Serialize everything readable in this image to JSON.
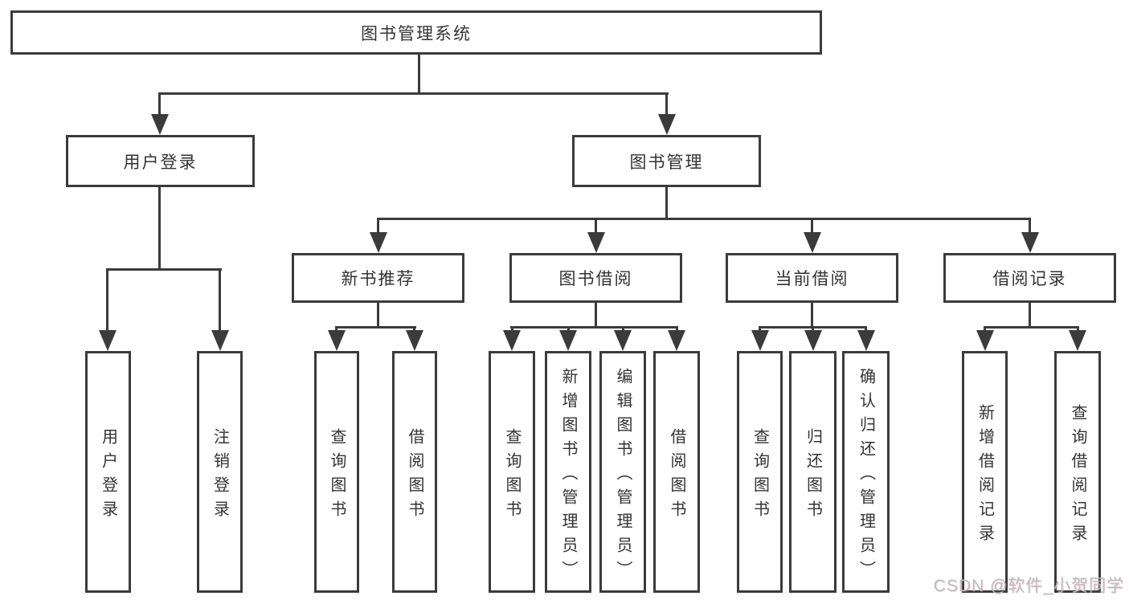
{
  "diagram": {
    "root": {
      "label": "图书管理系统"
    },
    "branches": [
      {
        "label": "用户登录",
        "children": [
          {
            "label": "用户登录"
          },
          {
            "label": "注销登录"
          }
        ]
      },
      {
        "label": "图书管理",
        "children": [
          {
            "label": "新书推荐",
            "children": [
              {
                "label": "查询图书"
              },
              {
                "label": "借阅图书"
              }
            ]
          },
          {
            "label": "图书借阅",
            "children": [
              {
                "label": "查询图书"
              },
              {
                "label": "新增图书（管理员）"
              },
              {
                "label": "编辑图书（管理员）"
              },
              {
                "label": "借阅图书"
              }
            ]
          },
          {
            "label": "当前借阅",
            "children": [
              {
                "label": "查询图书"
              },
              {
                "label": "归还图书"
              },
              {
                "label": "确认归还（管理员）"
              }
            ]
          },
          {
            "label": "借阅记录",
            "children": [
              {
                "label": "新增借阅记录"
              },
              {
                "label": "查询借阅记录"
              }
            ]
          }
        ]
      }
    ],
    "watermark": {
      "text": "CSDN @软件_小贺同学"
    },
    "colors": {
      "line": "#3b3b3b",
      "text": "#333333",
      "background": "#ffffff",
      "watermark": "#b9bec3"
    }
  }
}
